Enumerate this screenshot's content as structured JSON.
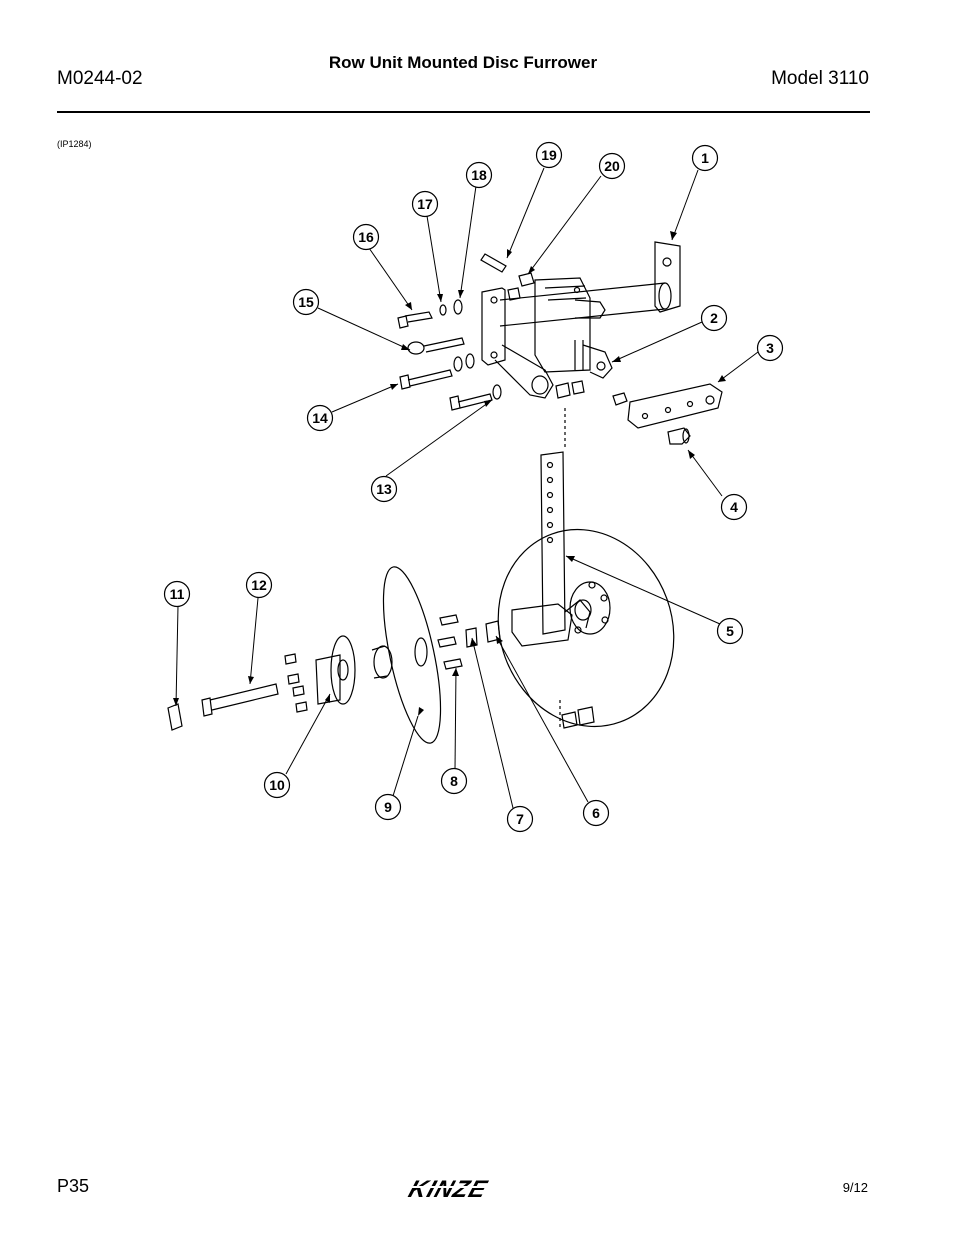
{
  "header": {
    "doc_number": "M0244-02",
    "title": "Row Unit Mounted Disc Furrower",
    "model": "Model 3110"
  },
  "figure": {
    "id": "(IP1284)",
    "callouts": [
      "1",
      "2",
      "3",
      "4",
      "5",
      "6",
      "7",
      "8",
      "9",
      "10",
      "11",
      "12",
      "13",
      "14",
      "15",
      "16",
      "17",
      "18",
      "19",
      "20"
    ]
  },
  "footer": {
    "page": "P35",
    "date": "9/12",
    "logo_text": "KINZE"
  }
}
